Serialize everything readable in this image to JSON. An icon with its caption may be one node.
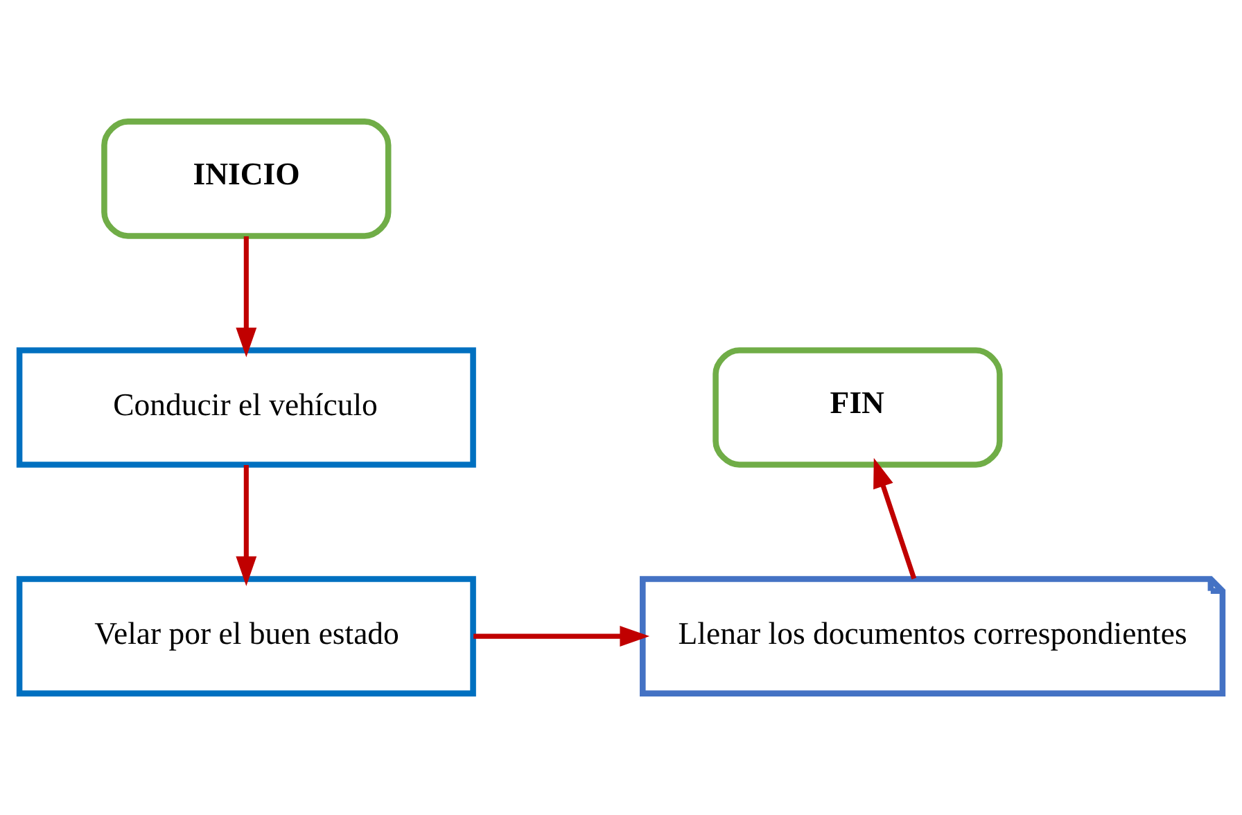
{
  "diagram": {
    "nodes": [
      {
        "text": [
          "INICIO"
        ]
      },
      {
        "text": [
          "Conducir el vehículo"
        ]
      },
      {
        "text": [
          "Velar por el buen estado"
        ]
      },
      {
        "text": [
          "Llenar los documentos correspondientes"
        ]
      },
      {
        "text": [
          "FIN"
        ]
      }
    ],
    "edges": [
      {
        "from": 0,
        "to": 1,
        "arrow": "to"
      },
      {
        "from": 1,
        "to": 2,
        "arrow": "to"
      },
      {
        "from": 2,
        "to": 3,
        "arrow": "to"
      },
      {
        "from": 3,
        "to": 4,
        "arrow": "to"
      }
    ]
  }
}
